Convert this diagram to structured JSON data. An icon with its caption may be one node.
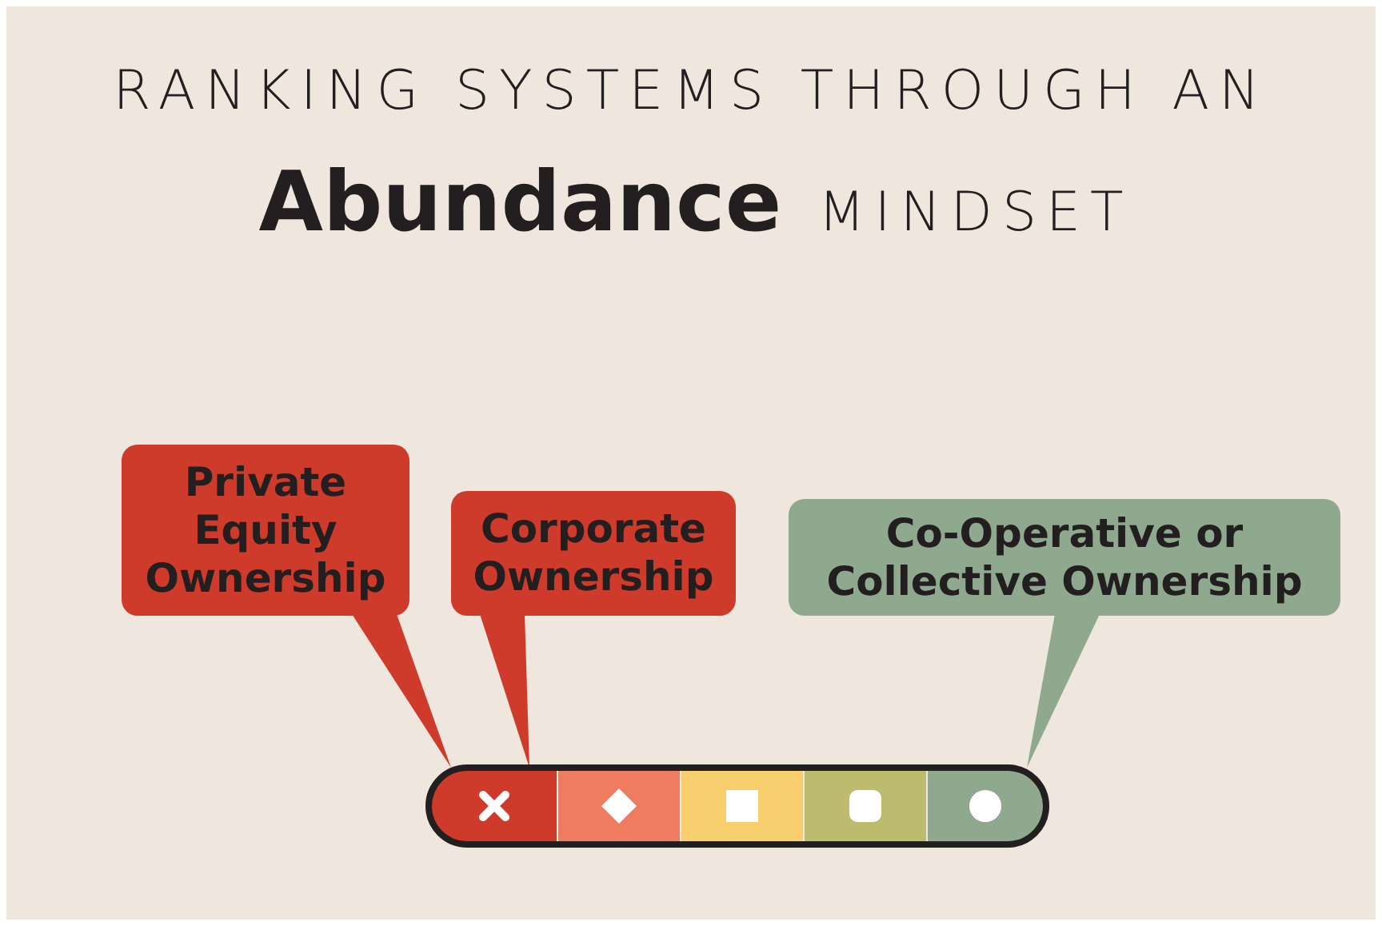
{
  "diagram": {
    "title": "RANKING SYSTEMS THROUGH AN **Abundance** MINDSET",
    "nodes": [
      {
        "text": [
          "Private Equity Ownership"
        ]
      },
      {
        "text": [
          "Corporate Ownership"
        ]
      },
      {
        "text": [
          "Co-Operative or Collective Ownership"
        ]
      },
      {
        "text": [],
        "shape": "bar"
      },
      {
        "text": [],
        "shape": "box",
        "in": 3
      },
      {
        "text": [],
        "shape": "box",
        "in": 3
      },
      {
        "text": [],
        "shape": "box",
        "in": 3
      },
      {
        "text": [],
        "shape": "box",
        "in": 3
      },
      {
        "text": [],
        "shape": "box",
        "in": 3
      }
    ],
    "edges": [
      {
        "from": 0,
        "to": 4,
        "arrow": "none"
      },
      {
        "from": 1,
        "to": 4,
        "arrow": "none"
      },
      {
        "from": 2,
        "to": 8,
        "arrow": "none"
      }
    ]
  }
}
